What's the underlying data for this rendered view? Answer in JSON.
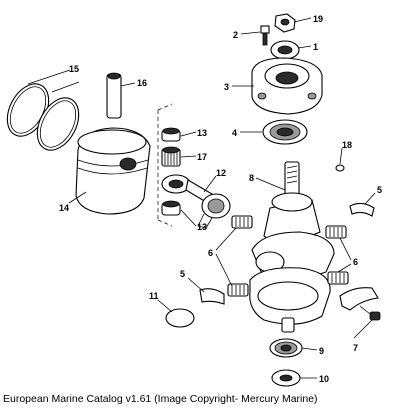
{
  "callouts": [
    "1",
    "2",
    "3",
    "4",
    "5",
    "6",
    "7",
    "8",
    "9",
    "10",
    "11",
    "12",
    "13",
    "14",
    "15",
    "16",
    "17",
    "18",
    "19"
  ],
  "duplicate_callouts": {
    "c5b": "5",
    "c6b": "6",
    "c13b": "13"
  },
  "caption": "European Marine Catalog v1.61 (Image Copyright- Mercury Marine)"
}
